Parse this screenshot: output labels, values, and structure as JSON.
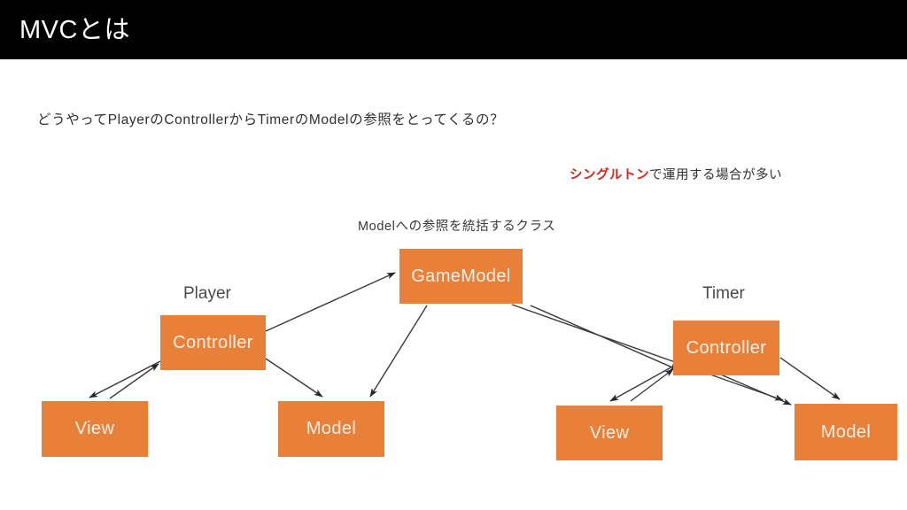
{
  "slide": {
    "title": "MVCとは",
    "background_color": "#ffffff",
    "banner_color": "#000000",
    "accent_color": "#E8803A",
    "highlight_color": "#d5241c"
  },
  "notes": {
    "question": "どうやってPlayerのControllerからTimerのModelの参照をとってくるの？",
    "singleton_highlight": "シングルトン",
    "singleton_rest": "で運用する場合が多い",
    "gamemodel_caption": "Modelへの参照を統括するクラス"
  },
  "groups": [
    {
      "id": "player",
      "label": "Player"
    },
    {
      "id": "timer",
      "label": "Timer"
    }
  ],
  "boxes": {
    "gamemodel": "GameModel",
    "player_controller": "Controller",
    "player_view": "View",
    "player_model": "Model",
    "timer_controller": "Controller",
    "timer_view": "View",
    "timer_model": "Model"
  },
  "arrows": [
    {
      "from": "player_controller",
      "to": "gamemodel",
      "heads": "end"
    },
    {
      "from": "gamemodel",
      "to": "player_model",
      "heads": "end"
    },
    {
      "from": "gamemodel",
      "to": "timer_model",
      "heads": "end"
    },
    {
      "from": "player_controller",
      "to": "player_view",
      "heads": "end"
    },
    {
      "from": "player_view",
      "to": "player_controller",
      "heads": "end"
    },
    {
      "from": "player_controller",
      "to": "player_model",
      "heads": "end"
    },
    {
      "from": "timer_controller",
      "to": "timer_view",
      "heads": "end"
    },
    {
      "from": "timer_view",
      "to": "timer_controller",
      "heads": "end"
    },
    {
      "from": "timer_controller",
      "to": "timer_model",
      "heads": "end"
    },
    {
      "from": "player_controller",
      "to": "timer_model_left",
      "heads": "end"
    }
  ]
}
